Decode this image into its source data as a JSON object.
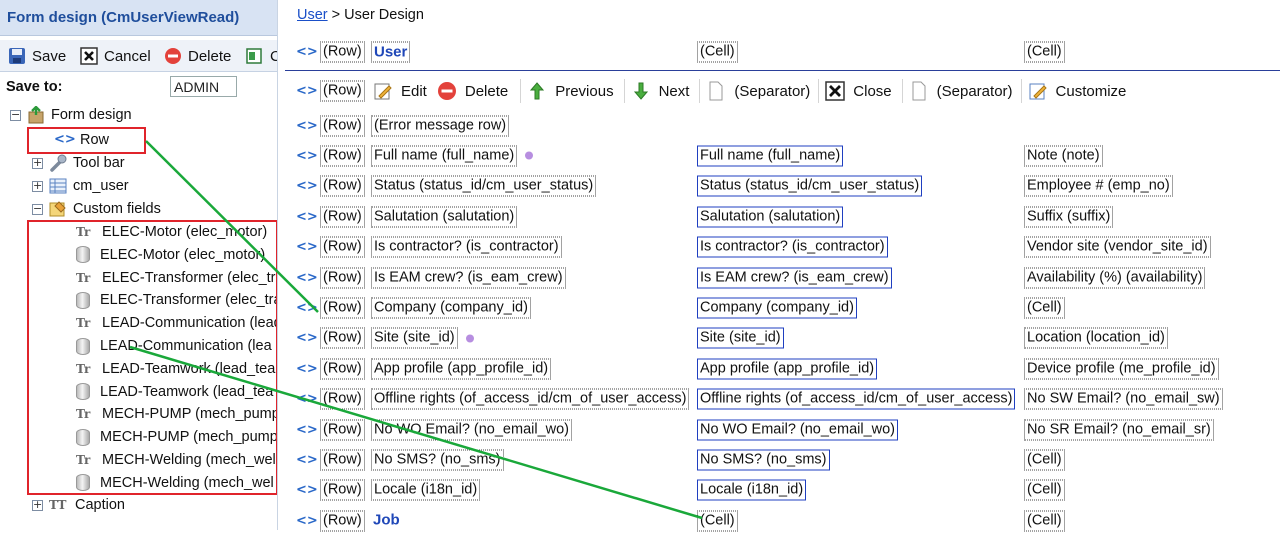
{
  "panel": {
    "title": "Form design (CmUserViewRead)",
    "toolbar": {
      "save": "Save",
      "cancel": "Cancel",
      "delete": "Delete",
      "more": "C"
    },
    "save_to_label": "Save to:",
    "save_to_value": "ADMIN",
    "tree": {
      "root": "Form design",
      "row": "Row",
      "tool_bar": "Tool bar",
      "cm_user": "cm_user",
      "custom_fields": "Custom fields",
      "fields": [
        {
          "label": "ELEC-Motor (elec_motor)",
          "icon": "text-type-icon"
        },
        {
          "label": "ELEC-Motor (elec_motor)",
          "icon": "database-icon"
        },
        {
          "label": "ELEC-Transformer (elec_tr",
          "icon": "text-type-icon"
        },
        {
          "label": "ELEC-Transformer (elec_tra",
          "icon": "database-icon"
        },
        {
          "label": "LEAD-Communication (lead",
          "icon": "text-type-icon"
        },
        {
          "label": "LEAD-Communication (lea",
          "icon": "database-icon"
        },
        {
          "label": "LEAD-Teamwork (lead_tea",
          "icon": "text-type-icon"
        },
        {
          "label": "LEAD-Teamwork (lead_tea",
          "icon": "database-icon"
        },
        {
          "label": "MECH-PUMP (mech_pump",
          "icon": "text-type-icon"
        },
        {
          "label": "MECH-PUMP (mech_pump",
          "icon": "database-icon"
        },
        {
          "label": "MECH-Welding (mech_wel",
          "icon": "text-type-icon"
        },
        {
          "label": "MECH-Welding (mech_wel",
          "icon": "database-icon"
        }
      ],
      "caption": "Caption"
    }
  },
  "breadcrumb": {
    "link": "User",
    "separator": ">",
    "current": "User Design"
  },
  "row_tag": "(Row)",
  "header_row": {
    "title": "User",
    "cell2": "(Cell)",
    "cell3": "(Cell)"
  },
  "toolbar_row": {
    "edit": "Edit",
    "delete": "Delete",
    "previous": "Previous",
    "next": "Next",
    "separator": "(Separator)",
    "close": "Close",
    "customize": "Customize"
  },
  "error_row": "(Error message row)",
  "rows": [
    {
      "c1": "Full name (full_name)",
      "dot1": true,
      "c2": "Full name (full_name)",
      "c3": "Note (note)"
    },
    {
      "c1": "Status (status_id/cm_user_status)",
      "c2": "Status (status_id/cm_user_status)",
      "c3": "Employee # (emp_no)"
    },
    {
      "c1": "Salutation (salutation)",
      "c2": "Salutation (salutation)",
      "c3": "Suffix (suffix)"
    },
    {
      "c1": "Is contractor? (is_contractor)",
      "c2": "Is contractor? (is_contractor)",
      "c3": "Vendor site (vendor_site_id)"
    },
    {
      "c1": "Is EAM crew? (is_eam_crew)",
      "c2": "Is EAM crew? (is_eam_crew)",
      "c3": "Availability (%) (availability)"
    },
    {
      "c1": "Company (company_id)",
      "c2": "Company (company_id)",
      "c3": "(Cell)"
    },
    {
      "c1": "Site (site_id)",
      "dot1": true,
      "c2": "Site (site_id)",
      "c3": "Location (location_id)"
    },
    {
      "c1": "App profile (app_profile_id)",
      "c2": "App profile (app_profile_id)",
      "c3": "Device profile (me_profile_id)"
    },
    {
      "c1": "Offline rights (of_access_id/cm_of_user_access)",
      "c2": "Offline rights (of_access_id/cm_of_user_access)",
      "c3": "No SW Email? (no_email_sw)"
    },
    {
      "c1": "No WO Email? (no_email_wo)",
      "c2": "No WO Email? (no_email_wo)",
      "c3": "No SR Email? (no_email_sr)"
    },
    {
      "c1": "No SMS? (no_sms)",
      "c2": "No SMS? (no_sms)",
      "c3": "(Cell)"
    },
    {
      "c1": "Locale (i18n_id)",
      "c2": "Locale (i18n_id)",
      "c3": "(Cell)"
    }
  ],
  "job_row": {
    "title": "Job",
    "cell2": "(Cell)",
    "cell3": "(Cell)"
  },
  "colors": {
    "accent": "#1f47b8",
    "highlight": "#e0242b",
    "drag_line": "#1aa83a",
    "panel_header": "#d8e3f3"
  }
}
